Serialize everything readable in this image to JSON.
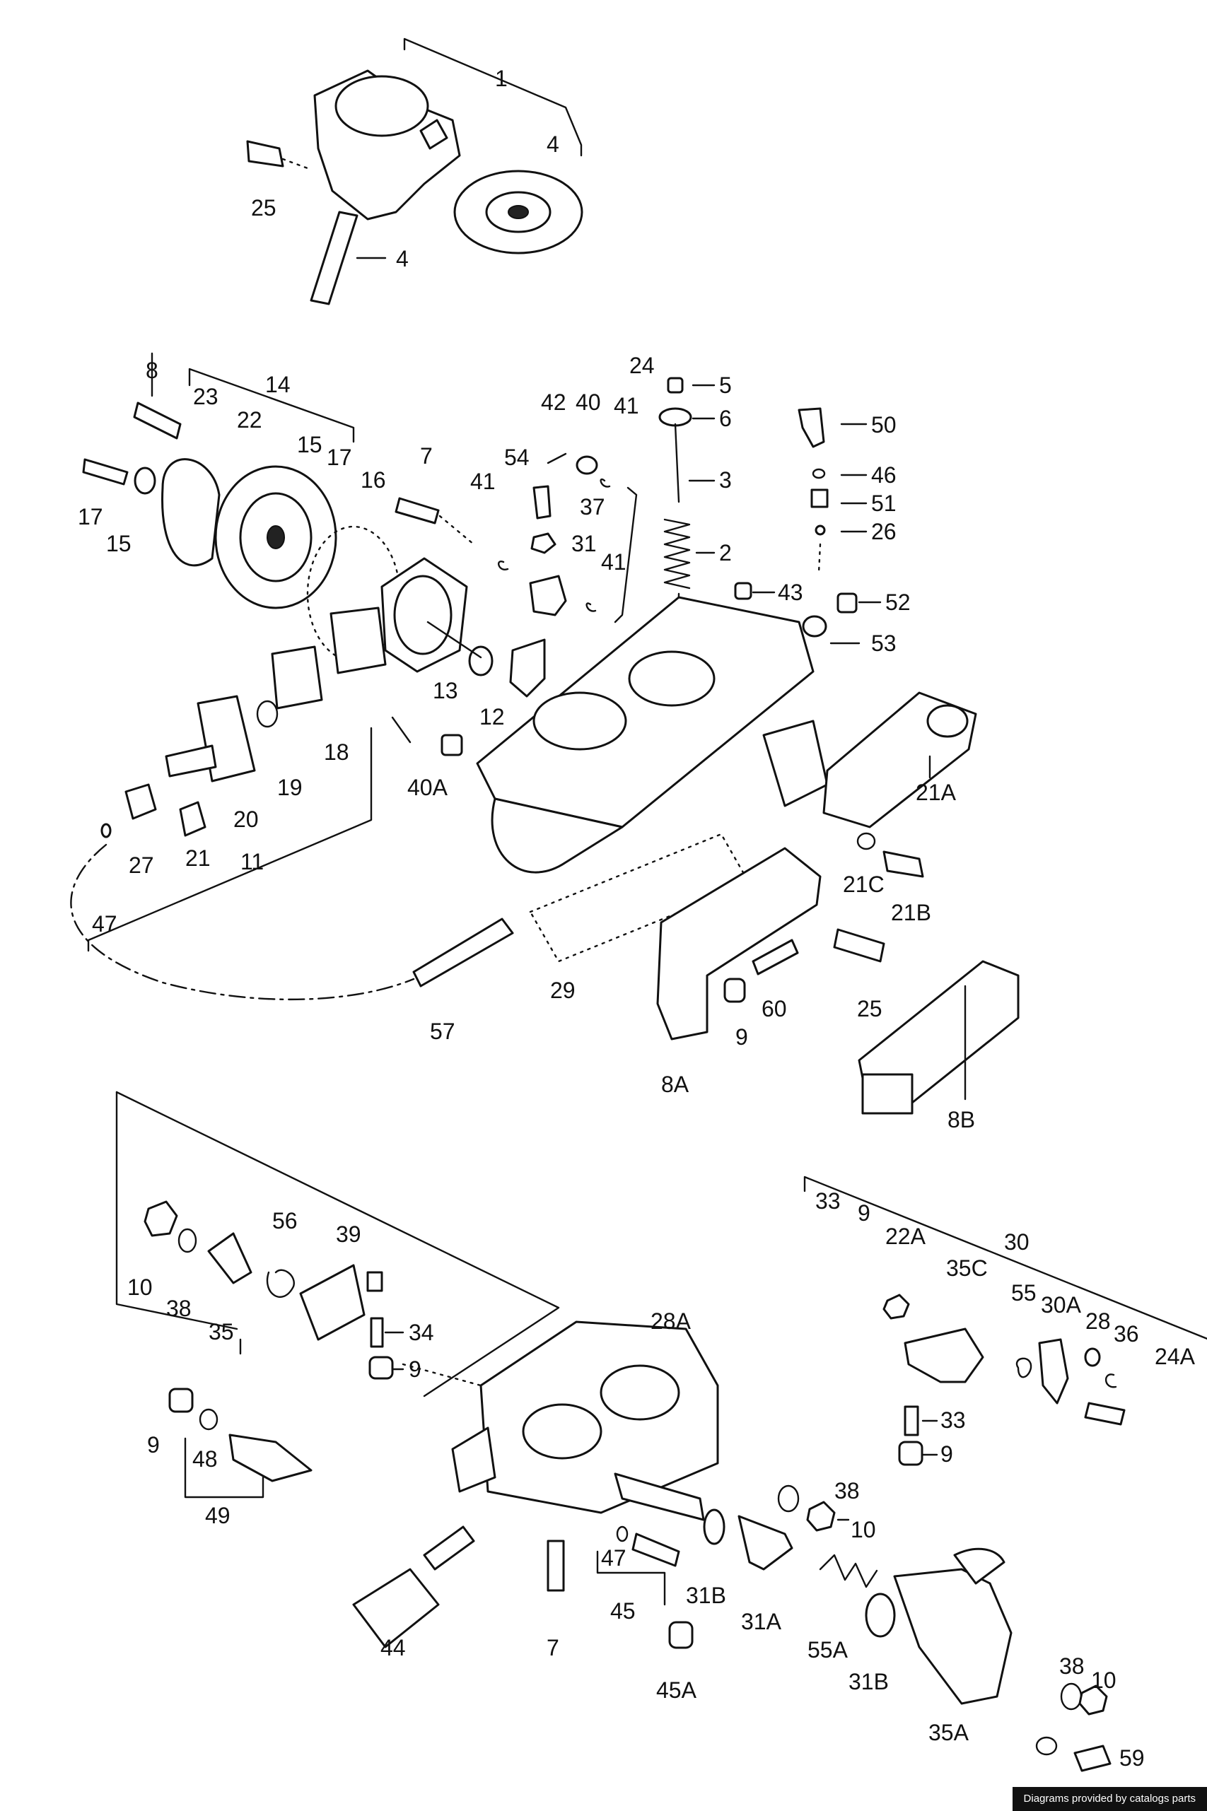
{
  "callouts": {
    "c1": "1",
    "c2": "2",
    "c3": "3",
    "c4a": "4",
    "c4b": "4",
    "c5": "5",
    "c6": "6",
    "c7a": "7",
    "c7b": "7",
    "c8": "8",
    "c8A": "8A",
    "c8B": "8B",
    "c9a": "9",
    "c9b": "9",
    "c9c": "9",
    "c9d": "9",
    "c9e": "9",
    "c10a": "10",
    "c10b": "10",
    "c10c": "10",
    "c11": "11",
    "c12": "12",
    "c13": "13",
    "c14": "14",
    "c15a": "15",
    "c15b": "15",
    "c16": "16",
    "c17a": "17",
    "c17b": "17",
    "c18": "18",
    "c19": "19",
    "c20": "20",
    "c21": "21",
    "c21A": "21A",
    "c21B": "21B",
    "c21C": "21C",
    "c22": "22",
    "c22A": "22A",
    "c23": "23",
    "c24": "24",
    "c24A": "24A",
    "c25a": "25",
    "c25b": "25",
    "c26": "26",
    "c27": "27",
    "c28": "28",
    "c28A": "28A",
    "c29": "29",
    "c30": "30",
    "c30A": "30A",
    "c31a": "31",
    "c31A": "31A",
    "c31Ba": "31B",
    "c31Bb": "31B",
    "c33a": "33",
    "c33b": "33",
    "c34": "34",
    "c35": "35",
    "c35A": "35A",
    "c35C": "35C",
    "c36": "36",
    "c37": "37",
    "c38a": "38",
    "c38b": "38",
    "c38c": "38",
    "c39": "39",
    "c40": "40",
    "c40A": "40A",
    "c41a": "41",
    "c41b": "41",
    "c41c": "41",
    "c42": "42",
    "c43": "43",
    "c44": "44",
    "c45": "45",
    "c45A": "45A",
    "c46": "46",
    "c47a": "47",
    "c47b": "47",
    "c48": "48",
    "c49": "49",
    "c50": "50",
    "c51": "51",
    "c52": "52",
    "c53": "53",
    "c54": "54",
    "c55": "55",
    "c55A": "55A",
    "c56": "56",
    "c57": "57",
    "c59": "59",
    "c60": "60"
  },
  "footer": {
    "credit": "Diagrams provided by catalogs parts"
  }
}
